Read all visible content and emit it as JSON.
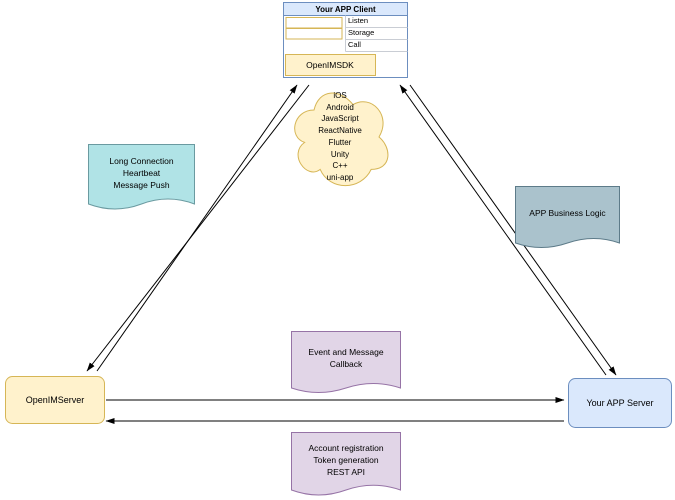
{
  "colors": {
    "blue_fill": "#dae8fc",
    "blue_stroke": "#6c8ebf",
    "yellow_fill": "#fff2cc",
    "yellow_stroke": "#d6b656",
    "teal_fill": "#b0e3e6",
    "teal_stroke": "#6a9aa0",
    "gray_fill": "#aac2cc",
    "gray_stroke": "#5d7b89",
    "purple_fill": "#e1d5e7",
    "purple_stroke": "#9673a6",
    "connector": "#000000"
  },
  "client": {
    "title": "Your APP Client",
    "rows": [
      {
        "label": "Listen"
      },
      {
        "label": "Storage"
      },
      {
        "label": "Call"
      }
    ],
    "sdk_label": "OpenIMSDK"
  },
  "cloud": {
    "platforms_text": "iOS\nAndroid\nJavaScript\nReactNative\nFlutter\nUnity\nC++\nuni-app"
  },
  "notes": {
    "long_connection": "Long Connection\nHeartbeat\nMessage Push",
    "app_business_logic": "APP Business Logic",
    "event_callback": "Event and Message\nCallback",
    "account_registration": "Account registration\nToken generation\nREST API"
  },
  "nodes": {
    "openim_server": "OpenIMServer",
    "app_server": "Your APP Server"
  }
}
